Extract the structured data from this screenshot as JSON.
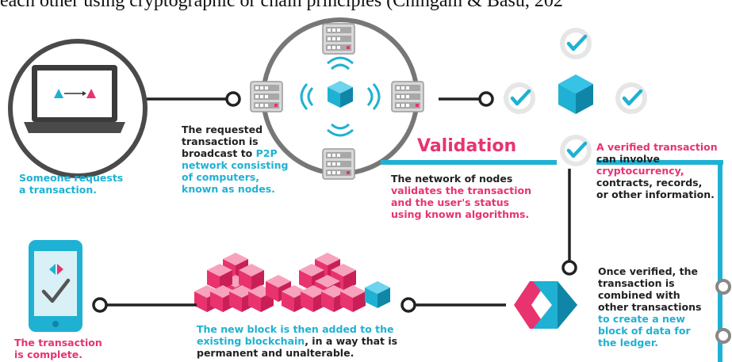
{
  "header": {
    "partial_text": "each other using cryptographic or chain principles (Chingam & Basu, 202"
  },
  "step1": {
    "line1": "Someone requests",
    "line2": "a transaction."
  },
  "step2": {
    "line1": "The requested",
    "line2": "transaction is",
    "line3a": "broadcast to ",
    "line3b": "P2P",
    "line4": "network consisting",
    "line5": "of computers,",
    "line6": "known as nodes."
  },
  "step3": {
    "title": "Validation",
    "line1": "The network of nodes",
    "line2": "validates the transaction",
    "line3": "and the user's status",
    "line4": "using known algorithms."
  },
  "step4": {
    "line1": "A verified transaction",
    "line2": "can involve",
    "line3": "cryptocurrency,",
    "line4": "contracts, records,",
    "line5": "or other information."
  },
  "step5": {
    "line1": "Once verified, the",
    "line2": "transaction is",
    "line3": "combined with",
    "line4": "other transactions",
    "line5": "to create a new",
    "line6": "block of data for",
    "line7": "the ledger."
  },
  "step6": {
    "line1": "The new block is then added to the",
    "line2a": "existing blockchain",
    "line2b": ", in a way that is",
    "line3": "permanent and unalterable."
  },
  "step7": {
    "line1": "The transaction",
    "line2": "is complete."
  },
  "colors": {
    "cyan": "#1fb1d3",
    "pink": "#e8336f",
    "gray": "#444444"
  }
}
